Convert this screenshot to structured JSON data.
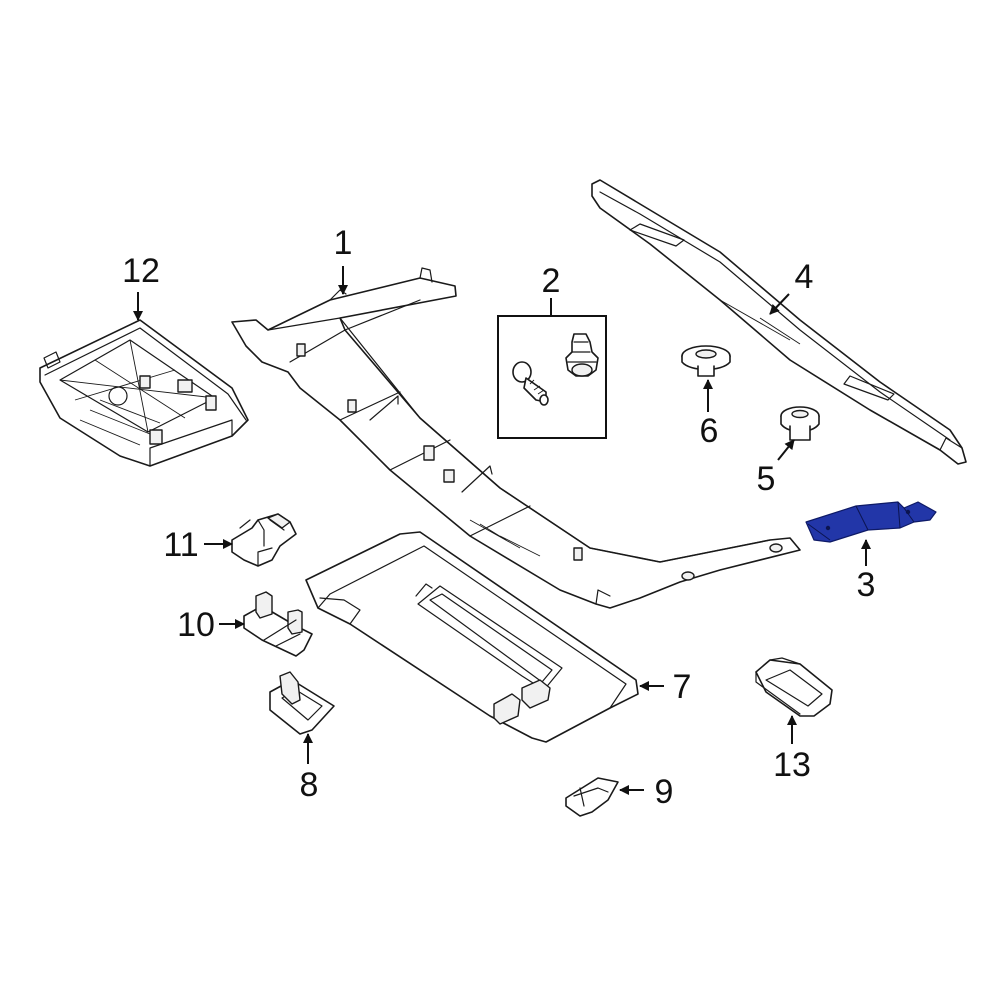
{
  "diagram": {
    "highlight_color": "#2236a8",
    "line_color": "#1a1a1a",
    "callouts": [
      {
        "id": "1",
        "label": "1"
      },
      {
        "id": "2",
        "label": "2"
      },
      {
        "id": "3",
        "label": "3"
      },
      {
        "id": "4",
        "label": "4"
      },
      {
        "id": "5",
        "label": "5"
      },
      {
        "id": "6",
        "label": "6"
      },
      {
        "id": "7",
        "label": "7"
      },
      {
        "id": "8",
        "label": "8"
      },
      {
        "id": "9",
        "label": "9"
      },
      {
        "id": "10",
        "label": "10"
      },
      {
        "id": "11",
        "label": "11"
      },
      {
        "id": "12",
        "label": "12"
      },
      {
        "id": "13",
        "label": "13"
      }
    ],
    "highlighted_part": "3"
  }
}
